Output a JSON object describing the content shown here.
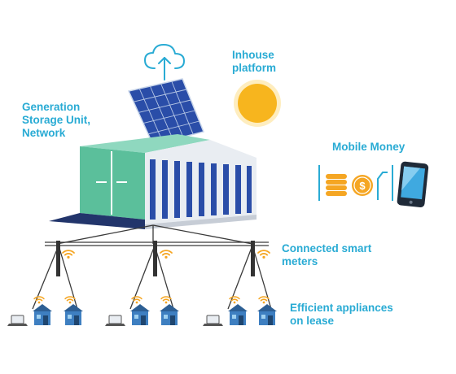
{
  "labels": {
    "generation": "Generation\nStorage Unit,\nNetwork",
    "inhouse": "Inhouse\nplatform",
    "mobile_money": "Mobile Money",
    "smart_meters": "Connected smart\nmeters",
    "appliances": "Efficient appliances\non lease"
  },
  "icons": {
    "cloud": "cloud-upload-icon",
    "sun": "sun-icon",
    "coins": "coins-icon",
    "phone": "smartphone-icon",
    "wifi": "wifi-icon",
    "house": "house-icon",
    "laptop": "laptop-icon"
  },
  "colors": {
    "label": "#29abd4",
    "container_green": "#5bbf9b",
    "panel_blue": "#2a4da8",
    "sun": "#f7b51e",
    "coin": "#f5a623",
    "house": "#3e7fc1",
    "wifi": "#f5a623",
    "line": "#3a3a3a"
  }
}
